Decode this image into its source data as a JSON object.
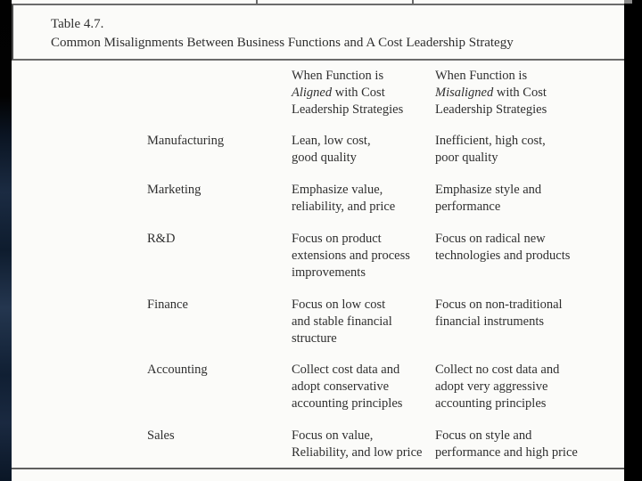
{
  "caption": {
    "number": "Table 4.7.",
    "title": "Common Misalignments Between Business Functions and A Cost Leadership Strategy"
  },
  "header": {
    "aligned": {
      "line1": "When Function is",
      "em": "Aligned",
      "rest": " with Cost",
      "line3": "Leadership Strategies"
    },
    "misaligned": {
      "line1": "When Function is",
      "em": "Misaligned",
      "rest": " with Cost",
      "line3": "Leadership Strategies"
    }
  },
  "rows": [
    {
      "function": "Manufacturing",
      "aligned": "Lean, low cost,\ngood quality",
      "misaligned": "Inefficient, high cost,\npoor quality"
    },
    {
      "function": "Marketing",
      "aligned": "Emphasize value,\nreliability, and price",
      "misaligned": "Emphasize style and\nperformance"
    },
    {
      "function": "R&D",
      "aligned": "Focus on product\nextensions and process\nimprovements",
      "misaligned": "Focus on radical new\ntechnologies and products"
    },
    {
      "function": "Finance",
      "aligned": "Focus on low cost\nand stable financial\nstructure",
      "misaligned": "Focus on non-traditional\nfinancial instruments"
    },
    {
      "function": "Accounting",
      "aligned": "Collect cost data and\nadopt conservative\naccounting principles",
      "misaligned": "Collect no cost data and\nadopt very aggressive\naccounting principles"
    },
    {
      "function": "Sales",
      "aligned": "Focus on value,\nReliability, and low price",
      "misaligned": "Focus on style and\nperformance and high price"
    }
  ],
  "colors": {
    "page_bg": "#fbfbf9",
    "text": "#2f2f2f",
    "rule": "#6b6b6b",
    "left_strip_sky": "#1b2b42",
    "right_strip": "#000000"
  }
}
